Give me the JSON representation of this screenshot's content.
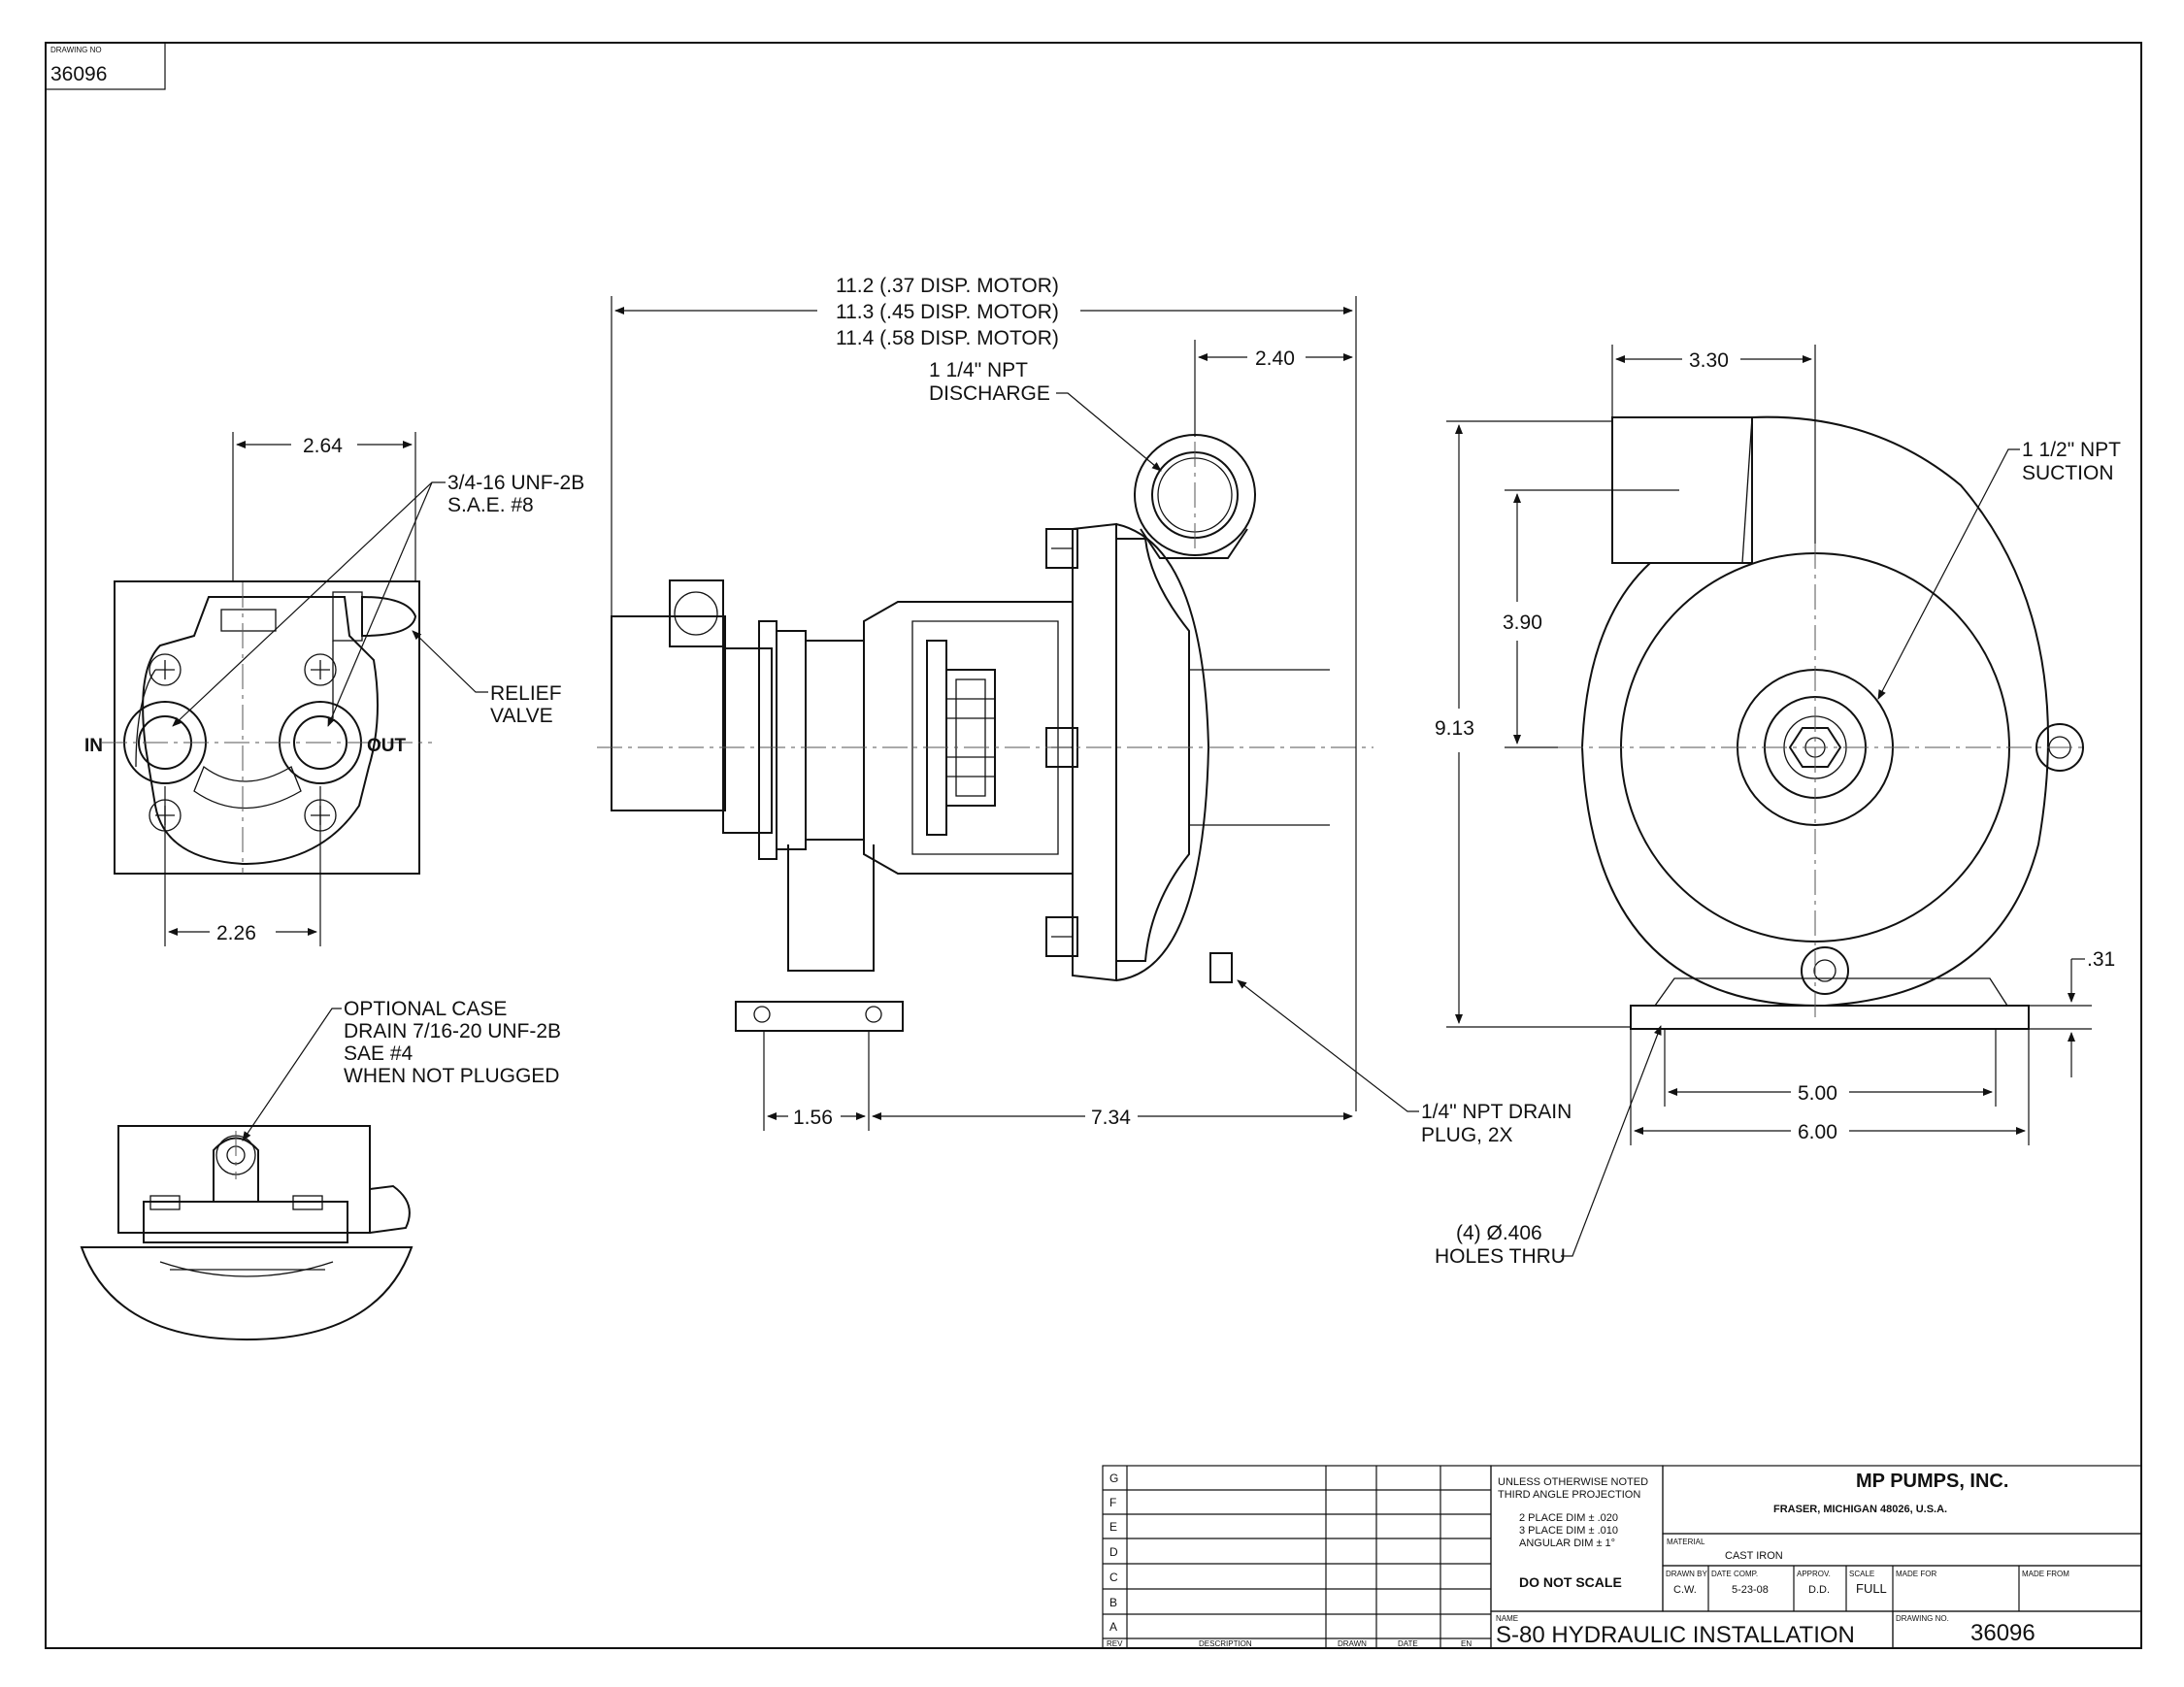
{
  "drawing_no_box": {
    "caption": "DRAWING NO",
    "value": "36096"
  },
  "front_view": {
    "dim_top": "2.64",
    "dim_bottom": "2.26",
    "port_note_line1": "3/4-16 UNF-2B",
    "port_note_line2": "S.A.E. #8",
    "relief_line1": "RELIEF",
    "relief_line2": "VALVE",
    "in_label": "IN",
    "out_label": "OUT"
  },
  "drain_view": {
    "note_line1": "OPTIONAL CASE",
    "note_line2": "DRAIN 7/16-20 UNF-2B",
    "note_line3": "SAE #4",
    "note_line4": "WHEN NOT PLUGGED"
  },
  "side_view": {
    "overall_line1": "11.2 (.37 DISP. MOTOR)",
    "overall_line2": "11.3 (.45 DISP. MOTOR)",
    "overall_line3": "11.4 (.58 DISP. MOTOR)",
    "dim_discharge": "2.40",
    "discharge_line1": "1 1/4\" NPT",
    "discharge_line2": "DISCHARGE",
    "dim_foot": "1.56",
    "dim_base": "7.34",
    "drain_line1": "1/4\" NPT DRAIN",
    "drain_line2": "PLUG, 2X"
  },
  "end_view": {
    "dim_suction_offset": "3.30",
    "suction_line1": "1 1/2\" NPT",
    "suction_line2": "SUCTION",
    "dim_height": "9.13",
    "dim_center": "3.90",
    "dim_foot_thk": ".31",
    "dim_holes_span": "5.00",
    "dim_base_width": "6.00",
    "holes_line1": "(4) Ø.406",
    "holes_line2": "HOLES THRU"
  },
  "title_block": {
    "rev_letters": [
      "G",
      "F",
      "E",
      "D",
      "C",
      "B",
      "A"
    ],
    "rev_footer": {
      "rev": "REV",
      "description": "DESCRIPTION",
      "drawn": "DRAWN",
      "date": "DATE",
      "en": "EN"
    },
    "tol_line1": "UNLESS OTHERWISE NOTED",
    "tol_line2": "THIRD ANGLE PROJECTION",
    "tol_line3": "2 PLACE DIM ± .020",
    "tol_line4": "3 PLACE DIM ± .010",
    "tol_line5": "ANGULAR DIM ± 1°",
    "do_not_scale": "DO NOT SCALE",
    "company": "MP PUMPS, INC.",
    "address": "FRASER, MICHIGAN  48026, U.S.A.",
    "material_caption": "MATERIAL",
    "material": "CAST IRON",
    "drawn_by_caption": "DRAWN BY",
    "drawn_by": "C.W.",
    "date_comp_caption": "DATE COMP.",
    "date_comp": "5-23-08",
    "approv_caption": "APPROV.",
    "approv": "D.D.",
    "scale_caption": "SCALE",
    "scale": "FULL",
    "made_for_caption": "MADE FOR",
    "made_from_caption": "MADE FROM",
    "name_caption": "NAME",
    "name": "S-80 HYDRAULIC INSTALLATION",
    "drawing_no_caption": "DRAWING NO.",
    "drawing_no": "36096"
  }
}
